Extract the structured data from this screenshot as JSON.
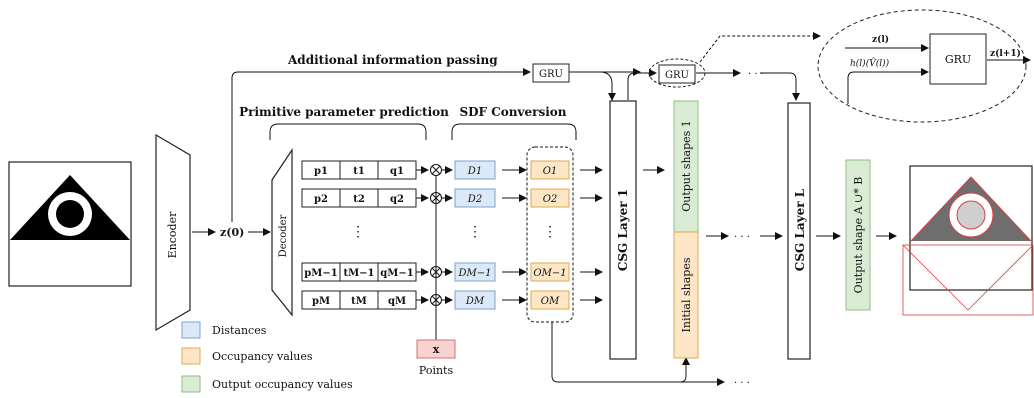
{
  "labels": {
    "additional_info": "Additional information passing",
    "primitive_pred": "Primitive parameter prediction",
    "sdf_conv": "SDF Conversion",
    "encoder": "Encoder",
    "decoder": "Decoder",
    "z0": "z(0)",
    "gru": "GRU",
    "csg1": "CSG Layer 1",
    "csgL": "CSG Layer L",
    "output_shapes_1": "Output shapes 1",
    "initial_shapes": "Initial shapes",
    "output_shape": "Output shape A ∪* B",
    "x": "x",
    "points": "Points",
    "ellipsis_dots": "⋮",
    "ellipsis_h": "· · ·",
    "z_l": "z(l)",
    "h_l": "h(l)(V̂(l))",
    "z_l1": "z(l+1)"
  },
  "rows": [
    {
      "p": "p1",
      "t": "t1",
      "q": "q1",
      "d": "D1",
      "o": "O1"
    },
    {
      "p": "p2",
      "t": "t2",
      "q": "q2",
      "d": "D2",
      "o": "O2"
    },
    {
      "p": "pM−1",
      "t": "tM−1",
      "q": "qM−1",
      "d": "DM−1",
      "o": "OM−1"
    },
    {
      "p": "pM",
      "t": "tM",
      "q": "qM",
      "d": "DM",
      "o": "OM"
    }
  ],
  "legend": [
    {
      "label": "Distances",
      "color": "#dbe8f7",
      "border": "#7f9fcf"
    },
    {
      "label": "Occupancy values",
      "color": "#fde6c6",
      "border": "#e0a850"
    },
    {
      "label": "Output occupancy values",
      "color": "#d9ecd3",
      "border": "#8fbf82"
    }
  ],
  "colors": {
    "distance_fill": "#dbe8f7",
    "distance_stroke": "#7f9fcf",
    "occupancy_fill": "#fde6c6",
    "occupancy_stroke": "#e0a850",
    "output_fill": "#d9ecd3",
    "output_stroke": "#8fbf82",
    "point_fill": "#f8d2d2",
    "point_stroke": "#d07070",
    "red_line": "#d84040"
  }
}
